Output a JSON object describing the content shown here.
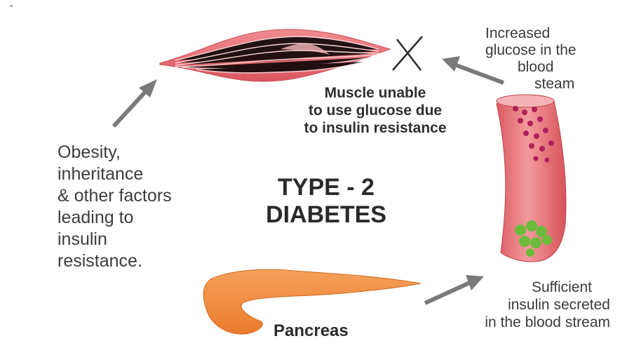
{
  "corner_mark": "-",
  "center_title": [
    "TYPE - 2",
    "DIABETES"
  ],
  "left_text": [
    "Obesity,",
    "inheritance",
    "& other factors",
    "leading to",
    "insulin",
    "resistance."
  ],
  "muscle_text": [
    "Muscle unable",
    "to use glucose due",
    "to insulin resistance"
  ],
  "blood_glucose_text": [
    "Increased",
    "glucose in the",
    "blood",
    "steam"
  ],
  "insulin_text": [
    "Sufficient",
    "insulin secreted",
    "in the blood stream"
  ],
  "pancreas_label": "Pancreas",
  "colors": {
    "muscle": "#e8727a",
    "muscle_highlight": "#f7b9bc",
    "vessel": "#e96d72",
    "glucose_dots": "#b0215a",
    "insulin_dots": "#6cbc3c",
    "pancreas": "#f28b3b",
    "arrow": "#7a7a7a"
  },
  "icons": [
    "cross-icon",
    "arrow-icon"
  ]
}
